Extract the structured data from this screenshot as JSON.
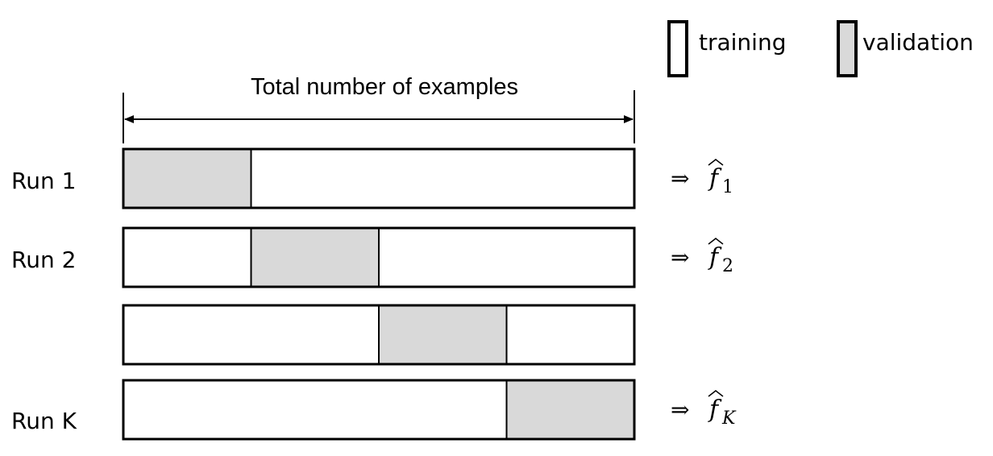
{
  "legend": {
    "training_label": "training",
    "validation_label": "validation"
  },
  "header": {
    "total_label": "Total number of examples"
  },
  "colors": {
    "training_fill": "#ffffff",
    "validation_fill": "#d9d9d9",
    "stroke": "#000000"
  },
  "folds": 4,
  "runs": [
    {
      "label": "Run 1",
      "validation_fold": 0,
      "output_symbol": "f",
      "output_sub": "1"
    },
    {
      "label": "Run 2",
      "validation_fold": 1,
      "output_symbol": "f",
      "output_sub": "2"
    },
    {
      "label": "",
      "validation_fold": 2,
      "output_symbol": "",
      "output_sub": ""
    },
    {
      "label": "Run K",
      "validation_fold": 3,
      "output_symbol": "f",
      "output_sub": "K"
    }
  ],
  "implies_symbol": "⇒"
}
